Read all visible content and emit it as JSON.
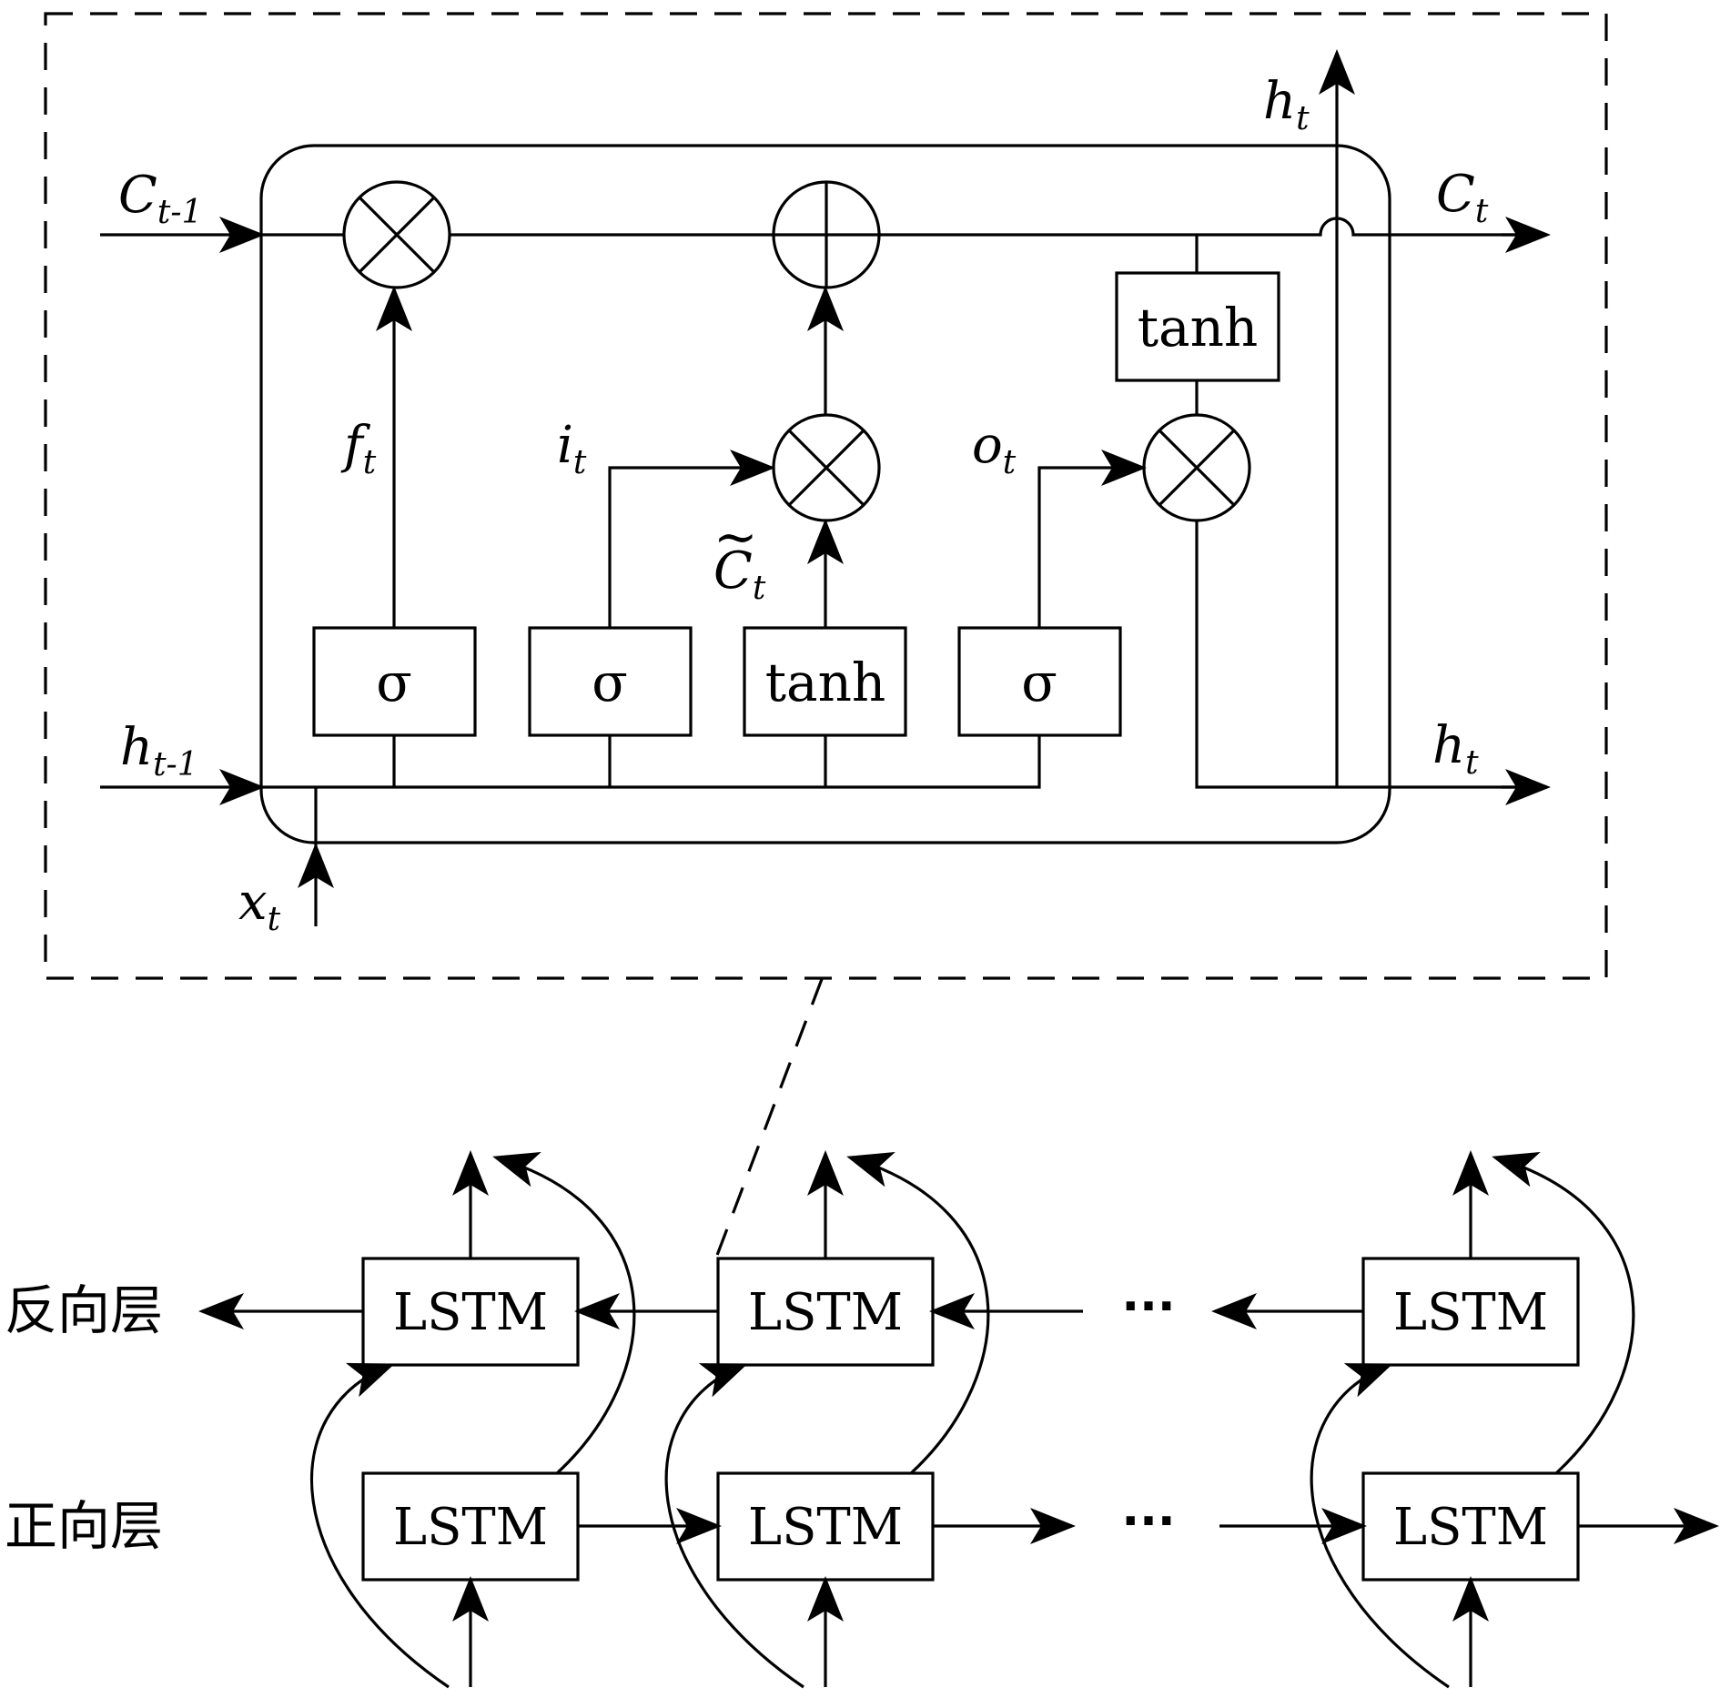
{
  "cell": {
    "c_prev": {
      "main": "C",
      "sub": "t-1"
    },
    "h_prev": {
      "main": "h",
      "sub": "t-1"
    },
    "x_in": {
      "main": "x",
      "sub": "t"
    },
    "c_out": {
      "main": "C",
      "sub": "t"
    },
    "h_out_right": {
      "main": "h",
      "sub": "t"
    },
    "h_out_top": {
      "main": "h",
      "sub": "t"
    },
    "forget_label": {
      "main": "f",
      "sub": "t"
    },
    "input_label": {
      "main": "i",
      "sub": "t"
    },
    "candidate_label": {
      "main": "C",
      "sub": "t",
      "accent": "~"
    },
    "output_label": {
      "main": "o",
      "sub": "t"
    },
    "sigma": "σ",
    "tanh": "tanh"
  },
  "bilstm": {
    "backward_layer": "反向层",
    "forward_layer": "正向层",
    "block": "LSTM",
    "ellipsis": "···"
  }
}
